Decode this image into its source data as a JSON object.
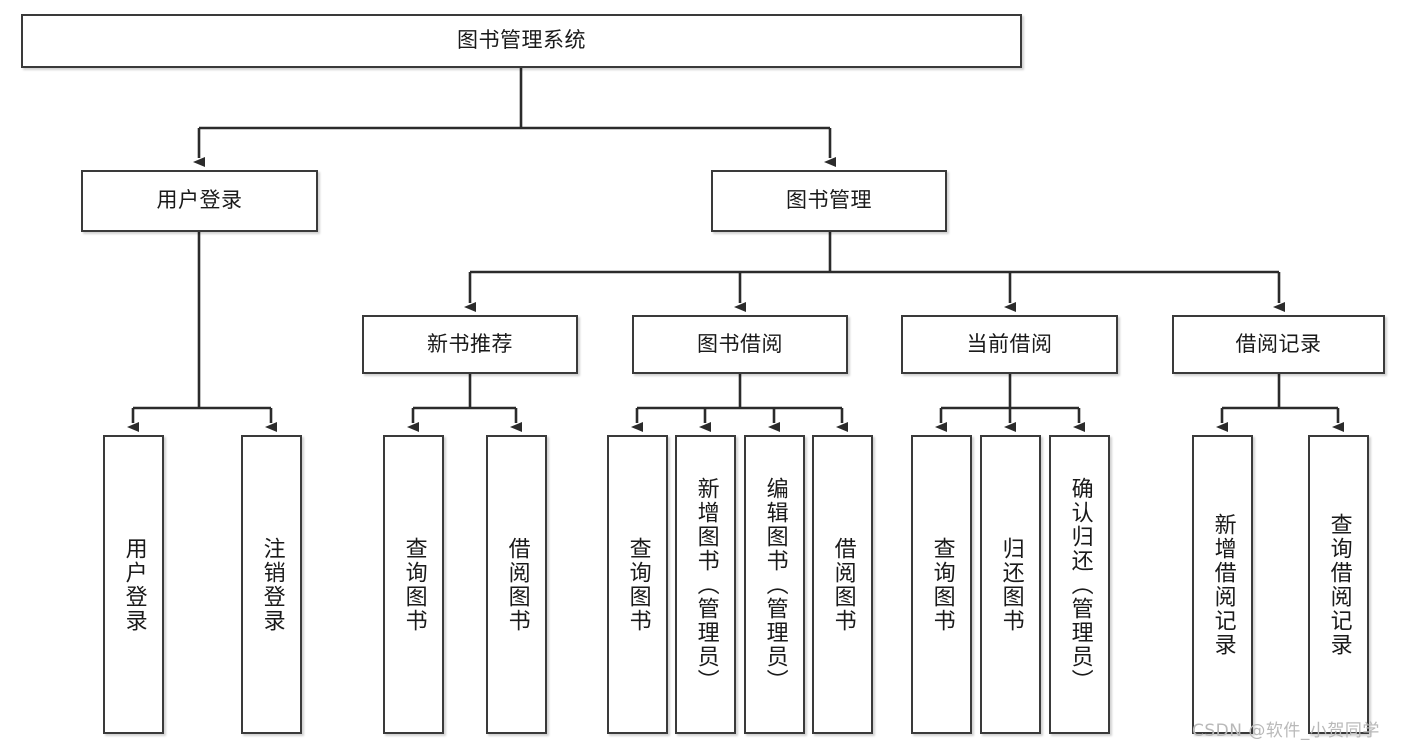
{
  "diagram": {
    "type": "tree",
    "title": "图书管理系统",
    "root": {
      "label": "图书管理系统"
    },
    "level2": [
      {
        "label": "用户登录"
      },
      {
        "label": "图书管理"
      }
    ],
    "level3": [
      {
        "label": "新书推荐"
      },
      {
        "label": "图书借阅"
      },
      {
        "label": "当前借阅"
      },
      {
        "label": "借阅记录"
      }
    ],
    "leaves": {
      "user_login": [
        {
          "label": "用户登录"
        },
        {
          "label": "注销登录"
        }
      ],
      "new_book_recommend": [
        {
          "label": "查询图书"
        },
        {
          "label": "借阅图书"
        }
      ],
      "book_borrow": [
        {
          "label": "查询图书"
        },
        {
          "label": "新增图书（管理员）"
        },
        {
          "label": "编辑图书（管理员）"
        },
        {
          "label": "借阅图书"
        }
      ],
      "current_borrow": [
        {
          "label": "查询图书"
        },
        {
          "label": "归还图书"
        },
        {
          "label": "确认归还（管理员）"
        }
      ],
      "borrow_record": [
        {
          "label": "新增借阅记录"
        },
        {
          "label": "查询借阅记录"
        }
      ]
    }
  },
  "watermark": {
    "text": "CSDN @软件_小贺同学"
  },
  "colors": {
    "box_border": "#3a3a3a",
    "box_fill": "#ffffff",
    "line": "#2b2b2b",
    "text": "#1a1a1a",
    "watermark": "#b9b9b9"
  }
}
